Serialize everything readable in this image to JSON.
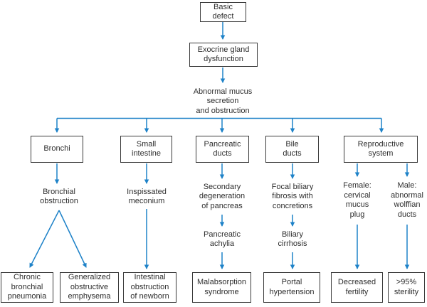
{
  "colors": {
    "arrow_blue": "#1e82c8",
    "box_border": "#3a3a3a",
    "text": "#2e2e2e",
    "background": "#ffffff"
  },
  "nodes": {
    "basic_defect": {
      "label": "Basic\ndefect",
      "boxed": true
    },
    "exocrine_gland_dysfunction": {
      "label": "Exocrine gland\ndysfunction",
      "boxed": true
    },
    "abnormal_mucus": {
      "label": "Abnormal mucus\nsecretion\nand obstruction",
      "boxed": false
    },
    "bronchi": {
      "label": "Bronchi",
      "boxed": true
    },
    "small_intestine": {
      "label": "Small\nintestine",
      "boxed": true
    },
    "pancreatic_ducts": {
      "label": "Pancreatic\nducts",
      "boxed": true
    },
    "bile_ducts": {
      "label": "Bile\nducts",
      "boxed": true
    },
    "reproductive_system": {
      "label": "Reproductive\nsystem",
      "boxed": true
    },
    "bronchial_obstruction": {
      "label": "Bronchial\nobstruction",
      "boxed": false
    },
    "inspissated_meconium": {
      "label": "Inspissated\nmeconium",
      "boxed": false
    },
    "secondary_degeneration_of_pancreas": {
      "label": "Secondary\ndegeneration\nof pancreas",
      "boxed": false
    },
    "focal_biliary_fibrosis_with_concretions": {
      "label": "Focal biliary\nfibrosis with\nconcretions",
      "boxed": false
    },
    "female_cervical_mucus_plug": {
      "label": "Female:\ncervical\nmucus\nplug",
      "boxed": false
    },
    "male_abnormal_wolffian_ducts": {
      "label": "Male:\nabnormal\nwolffian\nducts",
      "boxed": false
    },
    "pancreatic_achylia": {
      "label": "Pancreatic\nachylia",
      "boxed": false
    },
    "biliary_cirrhosis": {
      "label": "Biliary\ncirrhosis",
      "boxed": false
    },
    "chronic_bronchial_pneumonia": {
      "label": "Chronic\nbronchial\npneumonia",
      "boxed": true
    },
    "generalized_obstructive_emphysema": {
      "label": "Generalized\nobstructive\nemphysema",
      "boxed": true
    },
    "intestinal_obstruction_of_newborn": {
      "label": "Intestinal\nobstruction\nof newborn",
      "boxed": true
    },
    "malabsorption_syndrome": {
      "label": "Malabsorption\nsyndrome",
      "boxed": true
    },
    "portal_hypertension": {
      "label": "Portal\nhypertension",
      "boxed": true
    },
    "decreased_fertility": {
      "label": "Decreased\nfertility",
      "boxed": true
    },
    "gt95_sterility": {
      "label": ">95%\nsterility",
      "boxed": true
    }
  },
  "edges": [
    {
      "from": "basic_defect",
      "to": "exocrine_gland_dysfunction"
    },
    {
      "from": "exocrine_gland_dysfunction",
      "to": "abnormal_mucus"
    },
    {
      "from": "abnormal_mucus",
      "to": "bronchi"
    },
    {
      "from": "abnormal_mucus",
      "to": "small_intestine"
    },
    {
      "from": "abnormal_mucus",
      "to": "pancreatic_ducts"
    },
    {
      "from": "abnormal_mucus",
      "to": "bile_ducts"
    },
    {
      "from": "abnormal_mucus",
      "to": "reproductive_system"
    },
    {
      "from": "bronchi",
      "to": "bronchial_obstruction"
    },
    {
      "from": "bronchial_obstruction",
      "to": "chronic_bronchial_pneumonia"
    },
    {
      "from": "bronchial_obstruction",
      "to": "generalized_obstructive_emphysema"
    },
    {
      "from": "small_intestine",
      "to": "inspissated_meconium"
    },
    {
      "from": "inspissated_meconium",
      "to": "intestinal_obstruction_of_newborn"
    },
    {
      "from": "pancreatic_ducts",
      "to": "secondary_degeneration_of_pancreas"
    },
    {
      "from": "secondary_degeneration_of_pancreas",
      "to": "pancreatic_achylia"
    },
    {
      "from": "pancreatic_achylia",
      "to": "malabsorption_syndrome"
    },
    {
      "from": "bile_ducts",
      "to": "focal_biliary_fibrosis_with_concretions"
    },
    {
      "from": "focal_biliary_fibrosis_with_concretions",
      "to": "biliary_cirrhosis"
    },
    {
      "from": "biliary_cirrhosis",
      "to": "portal_hypertension"
    },
    {
      "from": "reproductive_system",
      "to": "female_cervical_mucus_plug"
    },
    {
      "from": "reproductive_system",
      "to": "male_abnormal_wolffian_ducts"
    },
    {
      "from": "female_cervical_mucus_plug",
      "to": "decreased_fertility"
    },
    {
      "from": "male_abnormal_wolffian_ducts",
      "to": "gt95_sterility"
    }
  ]
}
